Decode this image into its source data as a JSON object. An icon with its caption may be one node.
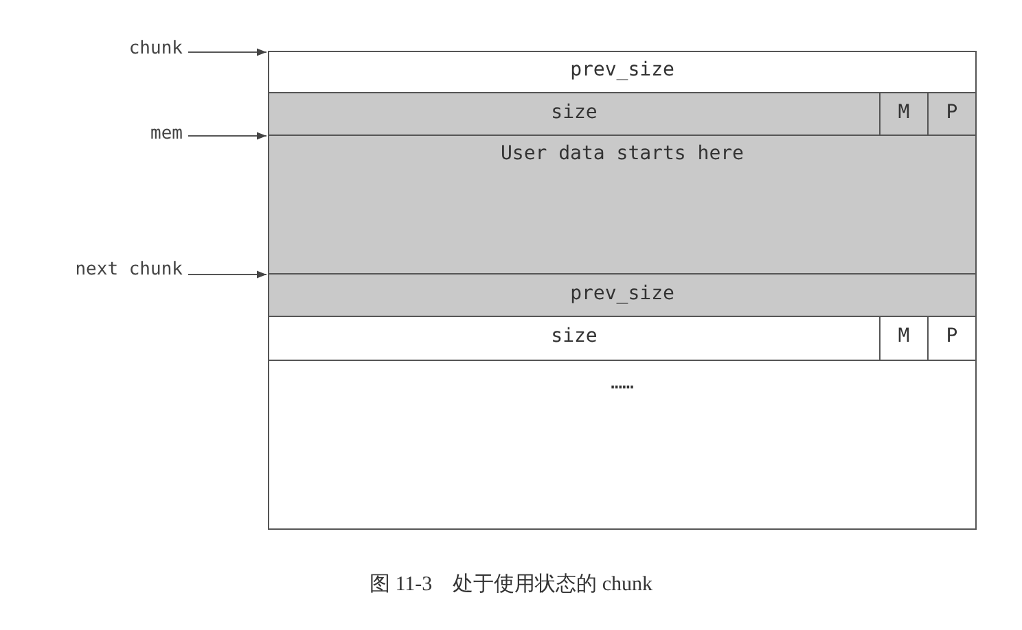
{
  "diagram": {
    "caption": "图 11-3　处于使用状态的 chunk",
    "nodes": [
      {
        "text": [
          "chunk"
        ]
      },
      {
        "text": [
          "prev_size"
        ]
      },
      {
        "text": [
          "mem"
        ]
      },
      {
        "text": [
          "size"
        ]
      },
      {
        "text": [
          "M"
        ]
      },
      {
        "text": [
          "P"
        ]
      },
      {
        "text": [
          "User data starts here"
        ]
      },
      {
        "text": [
          "next chunk"
        ]
      },
      {
        "text": [
          "prev_size"
        ]
      },
      {
        "text": [
          "size"
        ]
      },
      {
        "text": [
          "M"
        ]
      },
      {
        "text": [
          "P"
        ]
      },
      {
        "text": [
          "……"
        ]
      }
    ],
    "edges": [
      {
        "from": 0,
        "to": 1,
        "arrow": "to"
      },
      {
        "from": 2,
        "to": 6,
        "arrow": "to"
      },
      {
        "from": 7,
        "to": 8,
        "arrow": "to"
      }
    ]
  }
}
